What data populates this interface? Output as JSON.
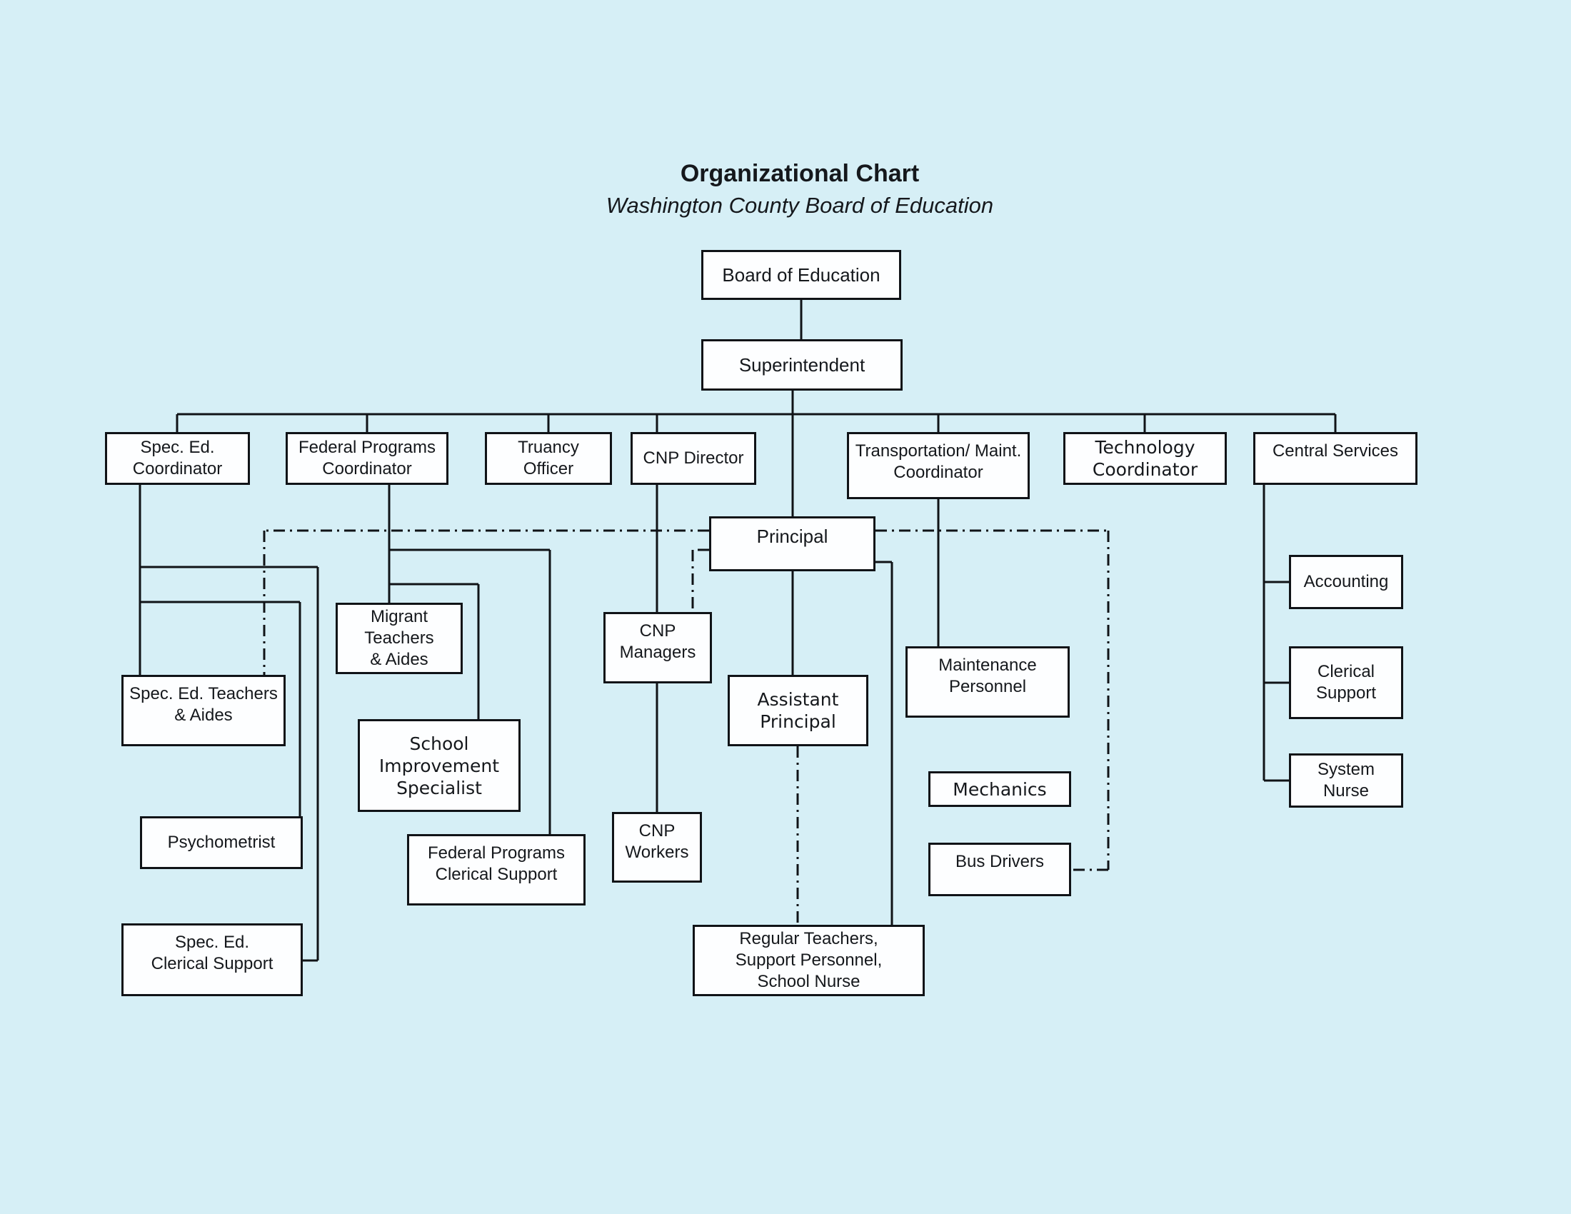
{
  "title": {
    "heading": "Organizational Chart",
    "subheading": "Washington County Board of Education"
  },
  "colors": {
    "background": "#d6eff6",
    "box_fill": "#fdfeff",
    "line": "#101317",
    "text": "#15181c"
  },
  "nodes": {
    "board": {
      "label": "Board of Education"
    },
    "superintendent": {
      "label": "Superintendent"
    },
    "spec_ed_coordinator": {
      "label": "Spec. Ed.\nCoordinator"
    },
    "federal_programs_coordinator": {
      "label": "Federal Programs\nCoordinator"
    },
    "truancy_officer": {
      "label": "Truancy\nOfficer"
    },
    "cnp_director": {
      "label": "CNP Director"
    },
    "transportation_maint_coordinator": {
      "label": "Transportation/ Maint.\nCoordinator"
    },
    "technology_coordinator": {
      "label": "Technology\nCoordinator"
    },
    "central_services": {
      "label": "Central Services"
    },
    "principal": {
      "label": "Principal"
    },
    "migrant_teachers_aides": {
      "label": "Migrant\nTeachers\n& Aides"
    },
    "cnp_managers": {
      "label": "CNP\nManagers"
    },
    "spec_ed_teachers_aides": {
      "label": "Spec. Ed. Teachers\n& Aides"
    },
    "school_improvement_specialist": {
      "label": "School\nImprovement\nSpecialist"
    },
    "assistant_principal": {
      "label": "Assistant\nPrincipal"
    },
    "maintenance_personnel": {
      "label": "Maintenance\nPersonnel"
    },
    "accounting": {
      "label": "Accounting"
    },
    "clerical_support": {
      "label": "Clerical\nSupport"
    },
    "psychometrist": {
      "label": "Psychometrist"
    },
    "mechanics": {
      "label": "Mechanics"
    },
    "cnp_workers": {
      "label": "CNP\nWorkers"
    },
    "system_nurse": {
      "label": "System\nNurse"
    },
    "federal_programs_clerical_support": {
      "label": "Federal Programs\nClerical Support"
    },
    "bus_drivers": {
      "label": "Bus Drivers"
    },
    "spec_ed_clerical_support": {
      "label": "Spec. Ed.\nClerical Support"
    },
    "regular_teachers_support_personnel_school_nurse": {
      "label": "Regular Teachers,\nSupport Personnel,\nSchool Nurse"
    }
  }
}
